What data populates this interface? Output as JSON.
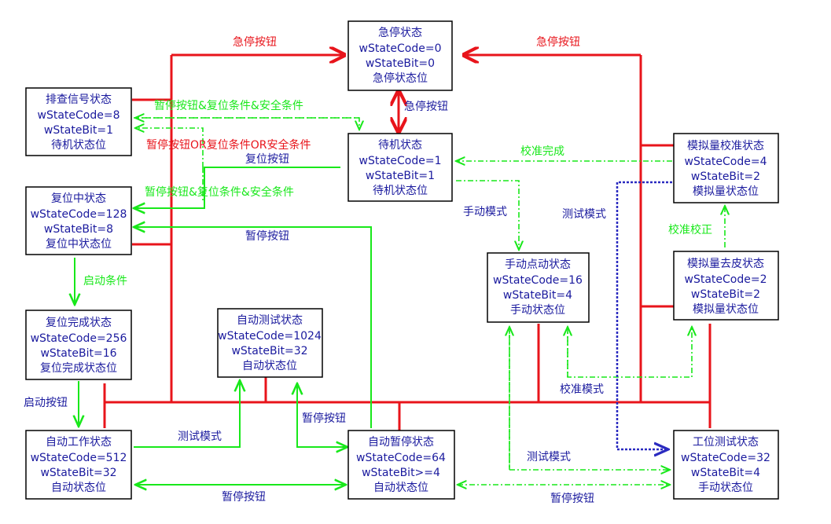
{
  "colors": {
    "red": "#e8141b",
    "green": "#18e81a",
    "blue": "#1a1a9e",
    "purple_blue": "#2a2ac0",
    "black": "#000000"
  },
  "nodes": {
    "estop": [
      "急停状态",
      "wStateCode=0",
      "wStateBit=0",
      "急停状态位"
    ],
    "check": [
      "排查信号状态",
      "wStateCode=8",
      "wStateBit=1",
      "待机状态位"
    ],
    "standby": [
      "待机状态",
      "wStateCode=1",
      "wStateBit=1",
      "待机状态位"
    ],
    "resetting": [
      "复位中状态",
      "wStateCode=128",
      "wStateBit=8",
      "复位中状态位"
    ],
    "reset_done": [
      "复位完成状态",
      "wStateCode=256",
      "wStateBit=16",
      "复位完成状态位"
    ],
    "auto_test": [
      "自动测试状态",
      "wStateCode=1024",
      "wStateBit=32",
      "自动状态位"
    ],
    "manual_jog": [
      "手动点动状态",
      "wStateCode=16",
      "wStateBit=4",
      "手动状态位"
    ],
    "analog_cal": [
      "模拟量校准状态",
      "wStateCode=4",
      "wStateBit=2",
      "模拟量状态位"
    ],
    "analog_tare": [
      "模拟量去皮状态",
      "wStateCode=2",
      "wStateBit=2",
      "模拟量状态位"
    ],
    "auto_work": [
      "自动工作状态",
      "wStateCode=512",
      "wStateBit=32",
      "自动状态位"
    ],
    "auto_pause": [
      "自动暂停状态",
      "wStateCode=64",
      "wStateBit>=4",
      "自动状态位"
    ],
    "station_test": [
      "工位测试状态",
      "wStateCode=32",
      "wStateBit=4",
      "手动状态位"
    ]
  },
  "labels": {
    "estop_btn_left": "急停按钮",
    "estop_btn_right": "急停按钮",
    "estop_btn_mid": "急停按钮",
    "pause_reset_safe_1": "暂停按钮&复位条件&安全条件",
    "pause_or_reset_or_safe": "暂停按钮OR复位条件OR安全条件",
    "reset_btn": "复位按钮",
    "pause_reset_safe_2": "暂停按钮&复位条件&安全条件",
    "pause_btn_reset": "暂停按钮",
    "start_condition": "启动条件",
    "start_btn": "启动按钮",
    "test_mode_auto": "测试模式",
    "pause_btn_auto_test": "暂停按钮",
    "pause_btn_bottom": "暂停按钮",
    "calib_done": "校准完成",
    "manual_mode": "手动模式",
    "test_mode_right": "测试模式",
    "calib_correct": "校准校正",
    "calib_mode": "校准模式",
    "test_mode_bottom": "测试模式",
    "pause_btn_bottom_right": "暂停按钮"
  }
}
